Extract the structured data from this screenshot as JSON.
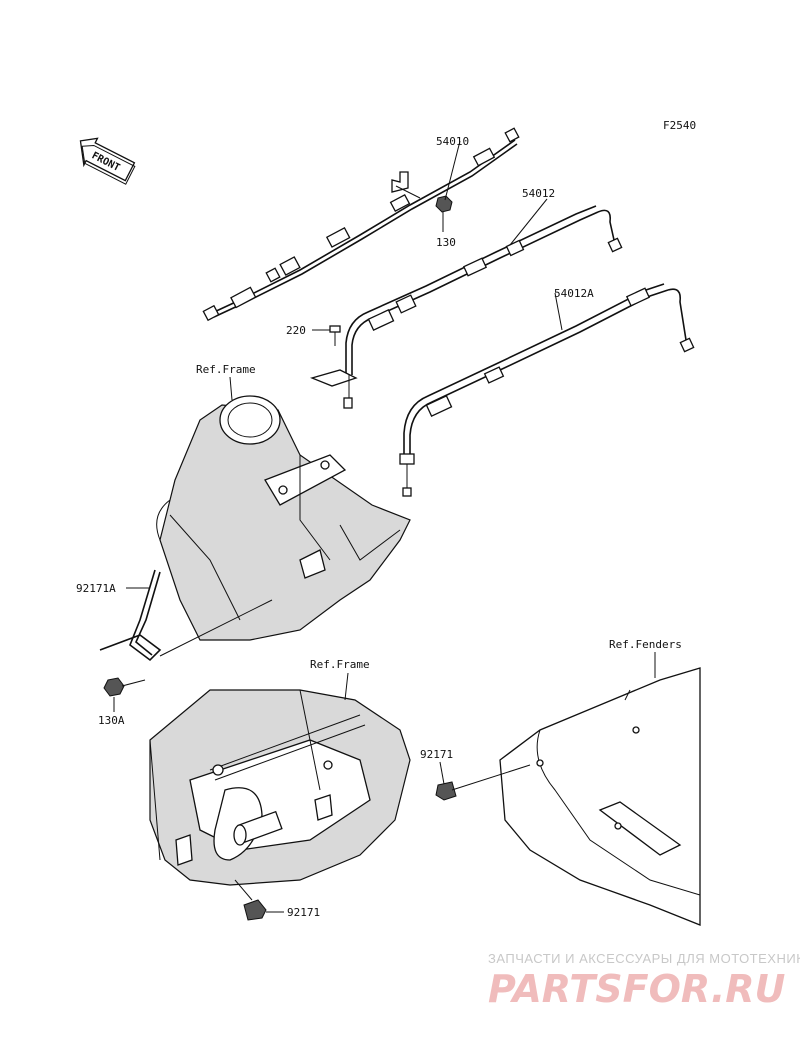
{
  "figure_code": "F2540",
  "front_arrow_label": "FRONT",
  "labels": {
    "cable_54010": "54010",
    "bolt_130": "130",
    "cable_54012": "54012",
    "cable_54012a": "54012A",
    "bolt_220": "220",
    "ref_frame_top": "Ref.Frame",
    "clamp_92171a": "92171A",
    "bolt_130a": "130A",
    "ref_frame_bottom": "Ref.Frame",
    "ref_fenders": "Ref.Fenders",
    "clamp_92171_right": "92171",
    "clamp_92171_bottom": "92171"
  },
  "watermark": {
    "tagline": "ЗАПЧАСТИ И АКСЕССУАРЫ ДЛЯ МОТОТЕХНИКИ",
    "brand": "PARTSFOR.RU"
  }
}
